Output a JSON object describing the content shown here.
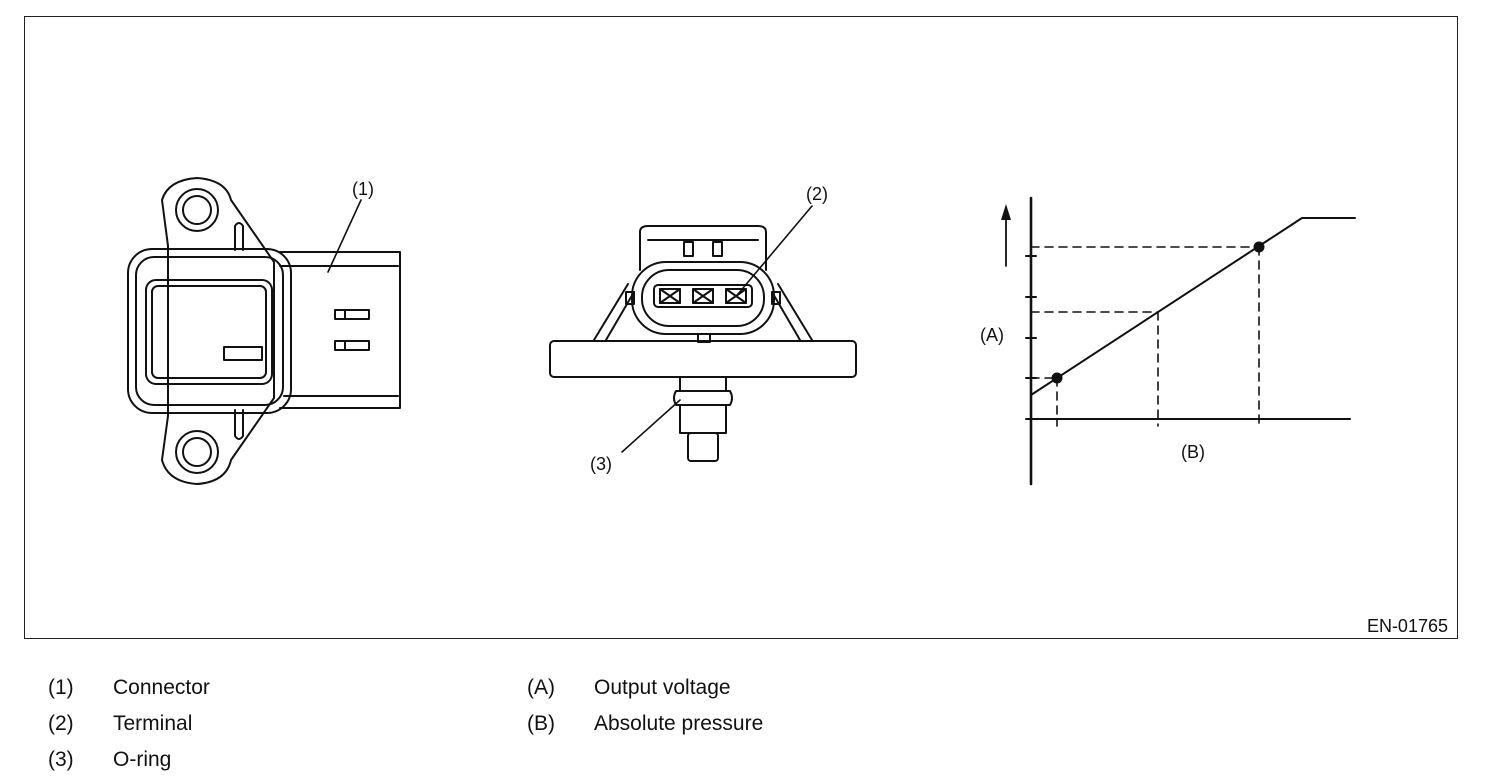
{
  "figure": {
    "id_code": "EN-01765",
    "callouts": {
      "c1": "(1)",
      "c2": "(2)",
      "c3": "(3)"
    },
    "graph": {
      "y_axis_label": "(A)",
      "x_axis_label": "(B)"
    }
  },
  "legend": {
    "left": [
      {
        "key": "(1)",
        "text": "Connector"
      },
      {
        "key": "(2)",
        "text": "Terminal"
      },
      {
        "key": "(3)",
        "text": "O-ring"
      }
    ],
    "right": [
      {
        "key": "(A)",
        "text": "Output voltage"
      },
      {
        "key": "(B)",
        "text": "Absolute pressure"
      }
    ]
  }
}
